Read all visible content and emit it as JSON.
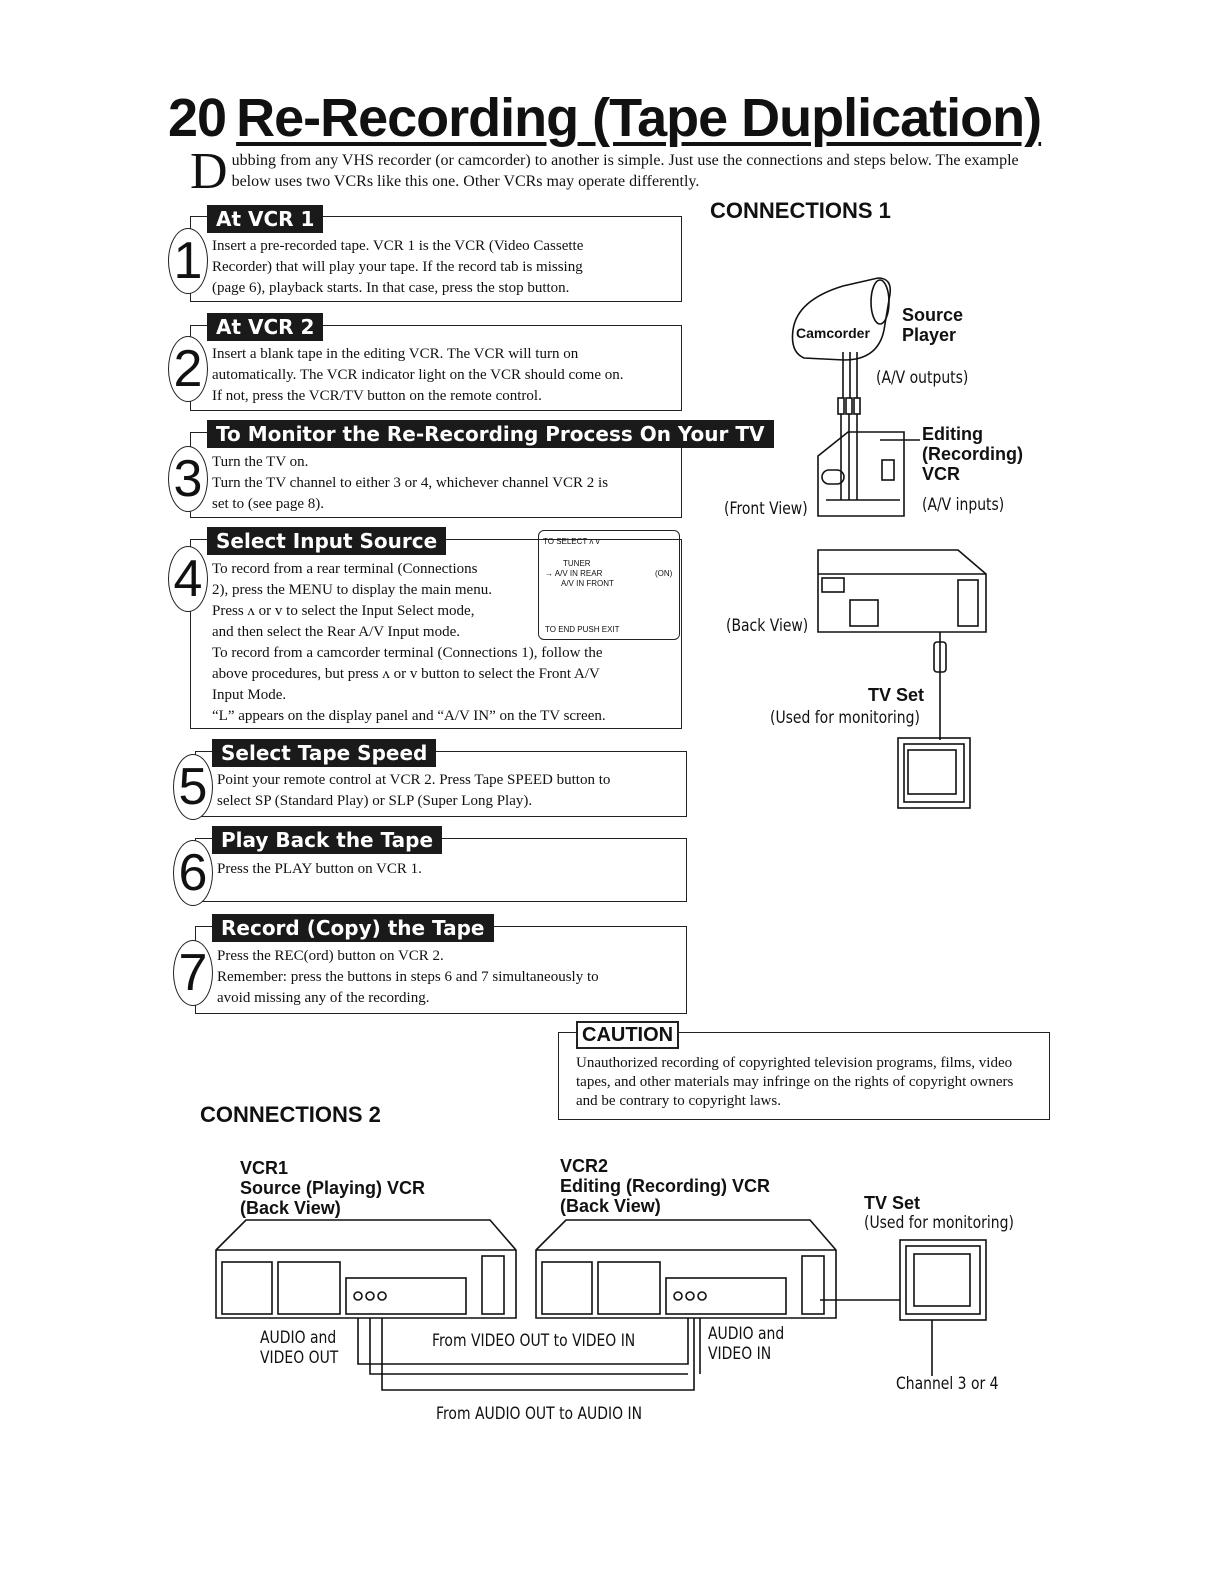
{
  "title": {
    "number": "20",
    "text": "Re-Recording (Tape Duplication)"
  },
  "intro": {
    "dropcap": "D",
    "text": "ubbing from any VHS recorder (or camcorder) to another is simple. Just use the connections and steps below. The example below uses two VCRs like this one. Other VCRs may operate differently."
  },
  "steps": [
    {
      "num": "1",
      "header": "At VCR 1",
      "lines": [
        "Insert a pre-recorded tape. VCR 1 is the VCR (Video Cassette",
        "Recorder) that will play your tape. If the record tab is missing",
        "(page 6), playback starts. In that case, press the stop button."
      ]
    },
    {
      "num": "2",
      "header": "At VCR 2",
      "lines": [
        "Insert a blank tape in the editing VCR. The VCR will turn on",
        "automatically. The VCR indicator light on the VCR should come on.",
        "If not, press the VCR/TV button on the remote control."
      ]
    },
    {
      "num": "3",
      "header": "To Monitor the Re-Recording Process On Your TV",
      "lines": [
        "Turn the TV on.",
        "Turn the TV channel to either 3 or 4, whichever channel VCR 2 is",
        "set to (see page 8)."
      ]
    },
    {
      "num": "4",
      "header": "Select Input Source",
      "lines": [
        "To record from a rear terminal (Connections",
        "2), press the MENU to display the main menu.",
        "Press ʌ or v to select the Input Select mode,",
        "and then select the Rear A/V Input mode.",
        "To record from a camcorder terminal (Connections 1), follow the",
        "above procedures, but press ʌ or v button to select the Front A/V",
        "Input Mode.",
        "“L” appears on the display panel and “A/V IN” on the TV screen."
      ]
    },
    {
      "num": "5",
      "header": "Select Tape Speed",
      "lines": [
        "Point your remote control at VCR 2. Press Tape SPEED button to",
        "select SP (Standard Play) or SLP (Super Long Play)."
      ]
    },
    {
      "num": "6",
      "header": "Play Back the Tape",
      "lines": [
        "Press the PLAY button on VCR 1."
      ]
    },
    {
      "num": "7",
      "header": "Record (Copy) the Tape",
      "lines": [
        "Press the REC(ord) button on VCR 2.",
        "Remember: press the buttons in steps 6 and 7 simultaneously to",
        "avoid missing any of the recording."
      ]
    }
  ],
  "menu": {
    "top": "TO SELECT ʌ v",
    "tuner": "TUNER",
    "rear": "→ A/V IN REAR",
    "on": "(ON)",
    "front": "A/V IN FRONT",
    "bottom": "TO END PUSH EXIT"
  },
  "connections1": {
    "title": "CONNECTIONS 1",
    "camcorder": "Camcorder",
    "source_player": [
      "Source",
      "Player"
    ],
    "av_outputs": "(A/V outputs)",
    "editing": [
      "Editing",
      "(Recording)",
      "VCR"
    ],
    "av_inputs": "(A/V inputs)",
    "front_view": "(Front View)",
    "back_view": "(Back View)",
    "tv_set": "TV Set",
    "monitoring": "(Used for monitoring)"
  },
  "caution": {
    "tag": "CAUTION",
    "text": "Unauthorized recording of copyrighted television programs, films, video tapes, and other materials may infringe on the rights of copyright owners and be contrary to copyright laws."
  },
  "connections2": {
    "title": "CONNECTIONS 2",
    "vcr1": [
      "VCR1",
      "Source (Playing) VCR",
      "(Back View)"
    ],
    "vcr2": [
      "VCR2",
      "Editing (Recording) VCR",
      "(Back View)"
    ],
    "tv": [
      "TV Set",
      "(Used for monitoring)"
    ],
    "out_label": [
      "AUDIO and",
      "VIDEO OUT"
    ],
    "in_label": [
      "AUDIO and",
      "VIDEO IN"
    ],
    "video_route": "From VIDEO OUT to VIDEO IN",
    "audio_route": "From AUDIO OUT to AUDIO IN",
    "channel": "Channel 3 or 4"
  }
}
